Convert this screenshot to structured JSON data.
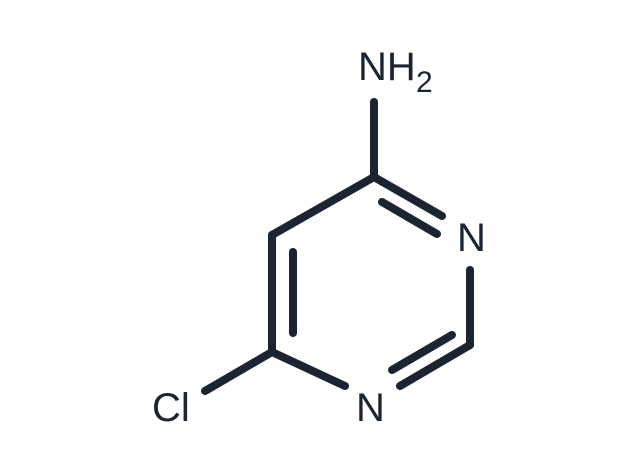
{
  "molecule": {
    "atoms": {
      "amine": {
        "symbol": "NH",
        "subscript": "2"
      },
      "ring_n_upper": {
        "symbol": "N"
      },
      "ring_n_lower": {
        "symbol": "N"
      },
      "chlorine": {
        "symbol": "Cl"
      }
    },
    "bond_color": "#1c2331",
    "background": "#ffffff"
  }
}
